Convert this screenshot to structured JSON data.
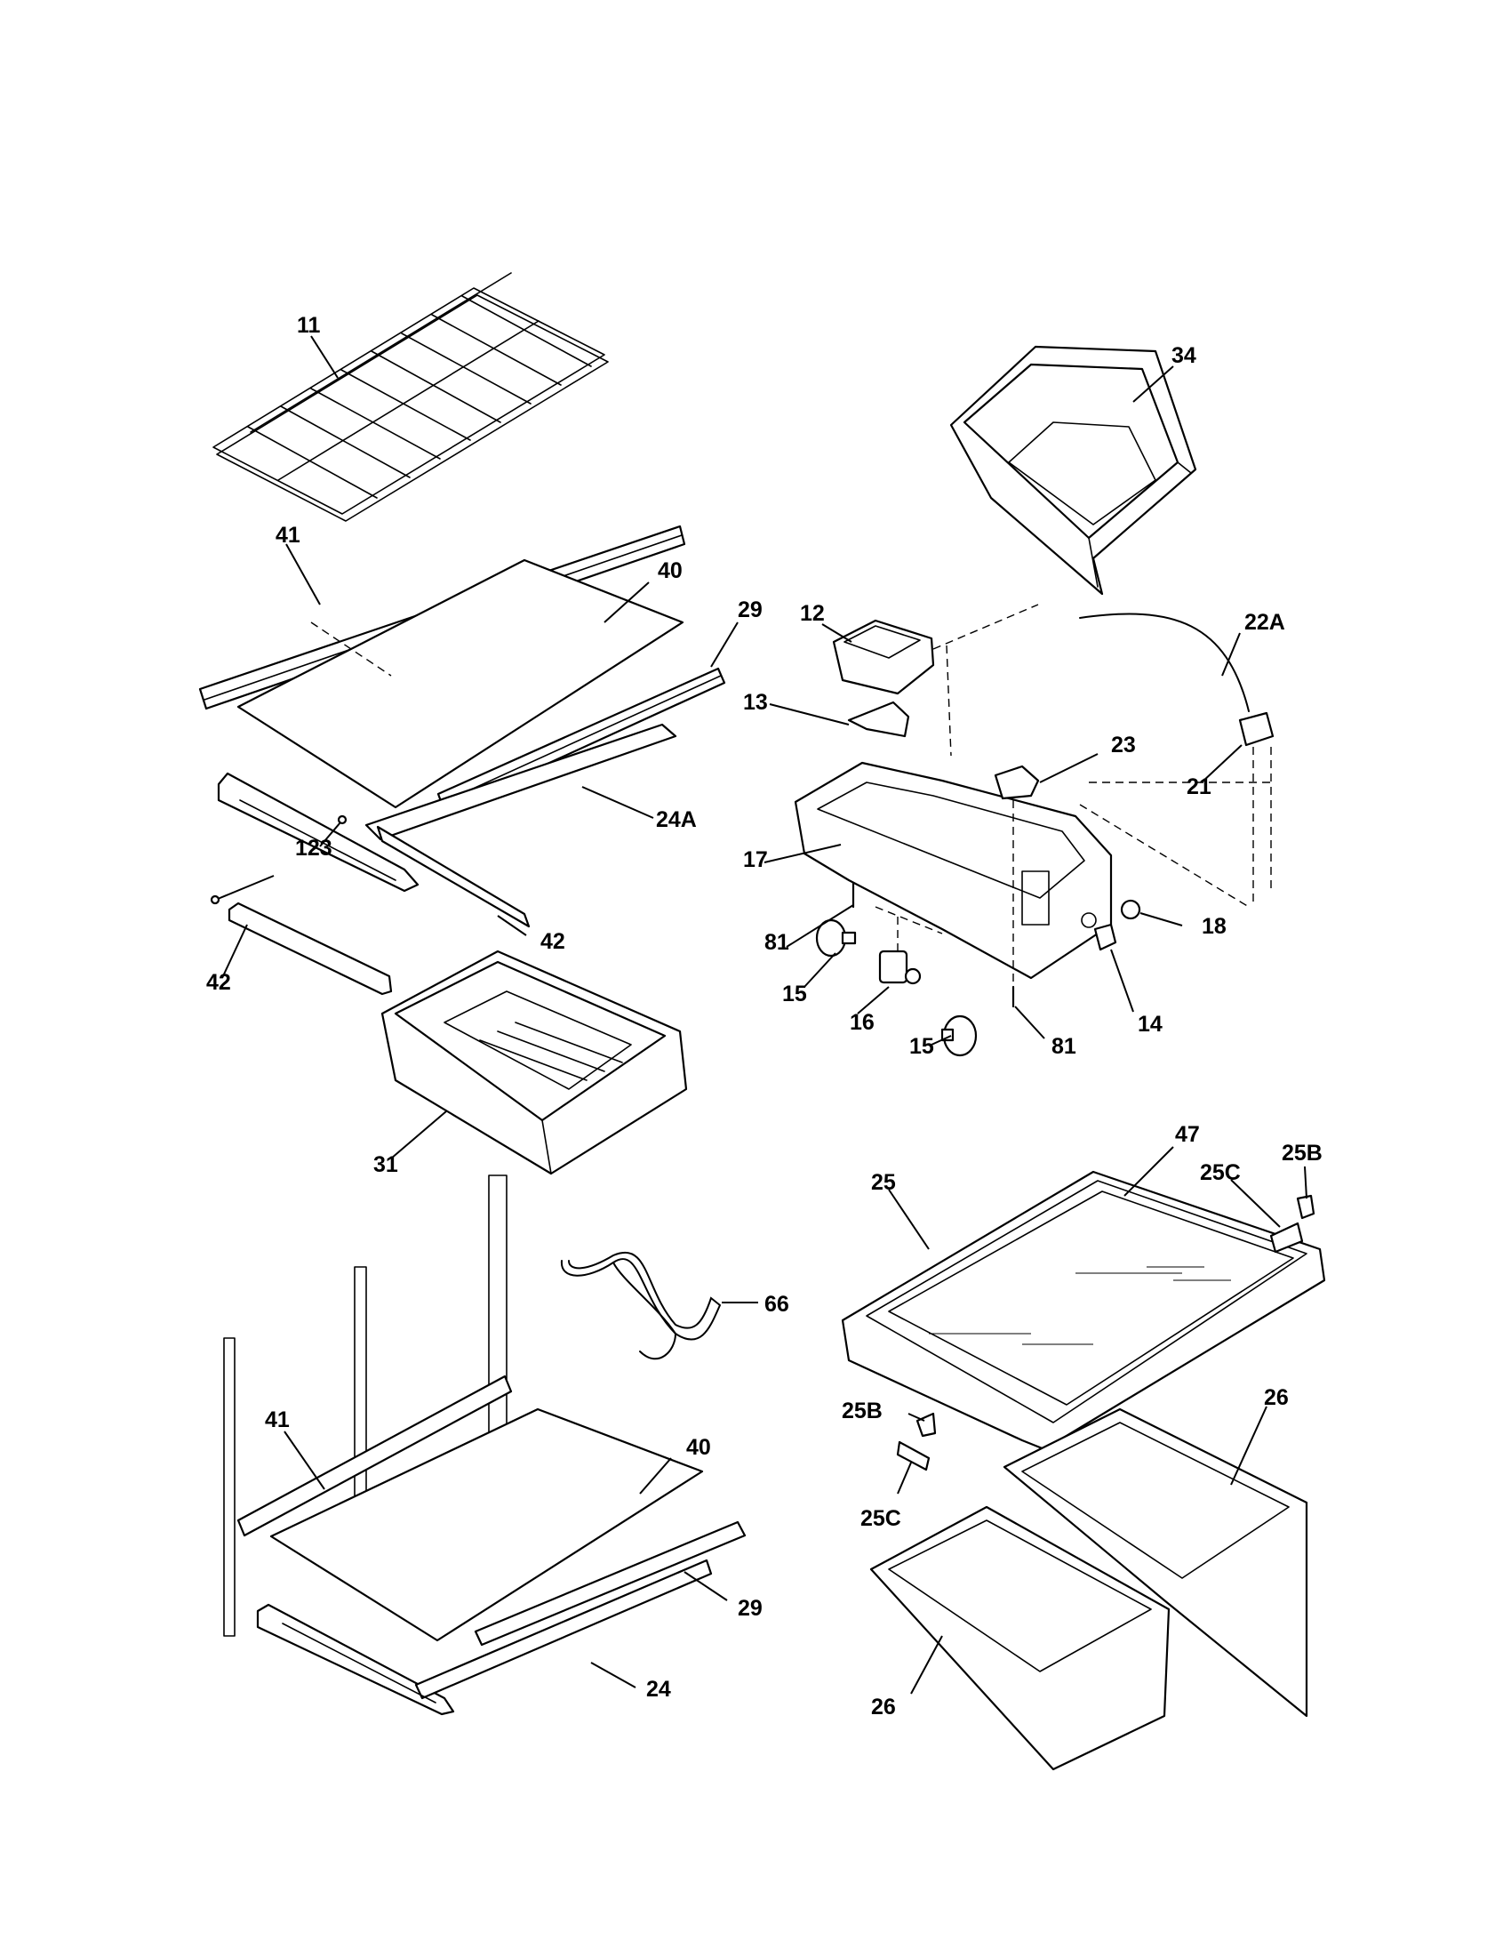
{
  "callouts": [
    {
      "id": "c-11",
      "text": "11"
    },
    {
      "id": "c-34",
      "text": "34"
    },
    {
      "id": "c-41a",
      "text": "41"
    },
    {
      "id": "c-40a",
      "text": "40"
    },
    {
      "id": "c-29a",
      "text": "29"
    },
    {
      "id": "c-12",
      "text": "12"
    },
    {
      "id": "c-22a",
      "text": "22A"
    },
    {
      "id": "c-13",
      "text": "13"
    },
    {
      "id": "c-23",
      "text": "23"
    },
    {
      "id": "c-21",
      "text": "21"
    },
    {
      "id": "c-24a",
      "text": "24A"
    },
    {
      "id": "c-17",
      "text": "17"
    },
    {
      "id": "c-123",
      "text": "123"
    },
    {
      "id": "c-42a",
      "text": "42"
    },
    {
      "id": "c-42b",
      "text": "42"
    },
    {
      "id": "c-81a",
      "text": "81"
    },
    {
      "id": "c-18",
      "text": "18"
    },
    {
      "id": "c-15a",
      "text": "15"
    },
    {
      "id": "c-16",
      "text": "16"
    },
    {
      "id": "c-14",
      "text": "14"
    },
    {
      "id": "c-15b",
      "text": "15"
    },
    {
      "id": "c-81b",
      "text": "81"
    },
    {
      "id": "c-31",
      "text": "31"
    },
    {
      "id": "c-47",
      "text": "47"
    },
    {
      "id": "c-25b-a",
      "text": "25B"
    },
    {
      "id": "c-25",
      "text": "25"
    },
    {
      "id": "c-25c-a",
      "text": "25C"
    },
    {
      "id": "c-66",
      "text": "66"
    },
    {
      "id": "c-41b",
      "text": "41"
    },
    {
      "id": "c-40b",
      "text": "40"
    },
    {
      "id": "c-25b-b",
      "text": "25B"
    },
    {
      "id": "c-26a",
      "text": "26"
    },
    {
      "id": "c-25c-b",
      "text": "25C"
    },
    {
      "id": "c-29b",
      "text": "29"
    },
    {
      "id": "c-24",
      "text": "24"
    },
    {
      "id": "c-26b",
      "text": "26"
    }
  ],
  "colors": {
    "line": "#000000",
    "background": "#ffffff"
  }
}
